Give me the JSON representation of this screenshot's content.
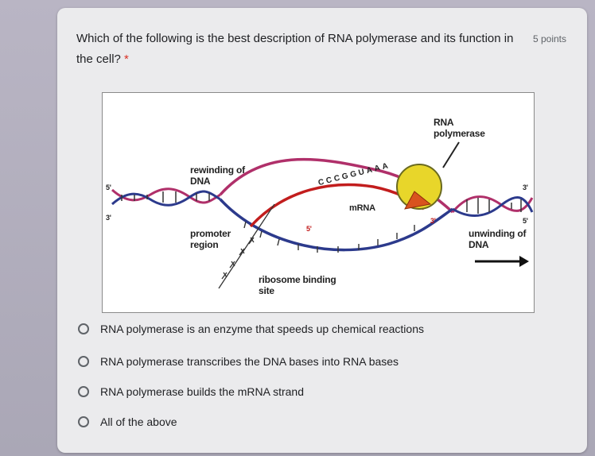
{
  "question": {
    "text": "Which of the following is the best description of RNA polymerase and its function in the cell?",
    "required_marker": "*",
    "points": "5 points"
  },
  "diagram": {
    "labels": {
      "rna_polymerase": "RNA polymerase",
      "rewinding": "rewinding of DNA",
      "promoter": "promoter region",
      "unwinding": "unwinding of DNA",
      "ribosome": "ribosome binding site",
      "mrna": "mRNA",
      "five_prime_left": "5'",
      "three_prime_left": "3'",
      "three_prime_right": "3'",
      "five_prime_right": "5'",
      "mrna_five_prime": "5'",
      "mrna_three_prime": "3'"
    },
    "bases": "CCCGGUAAA"
  },
  "options": [
    {
      "label": "RNA polymerase is an enzyme that speeds up chemical reactions"
    },
    {
      "label": "RNA polymerase transcribes the DNA bases into RNA bases"
    },
    {
      "label": "RNA polymerase builds the mRNA strand"
    },
    {
      "label": "All of the above"
    }
  ]
}
